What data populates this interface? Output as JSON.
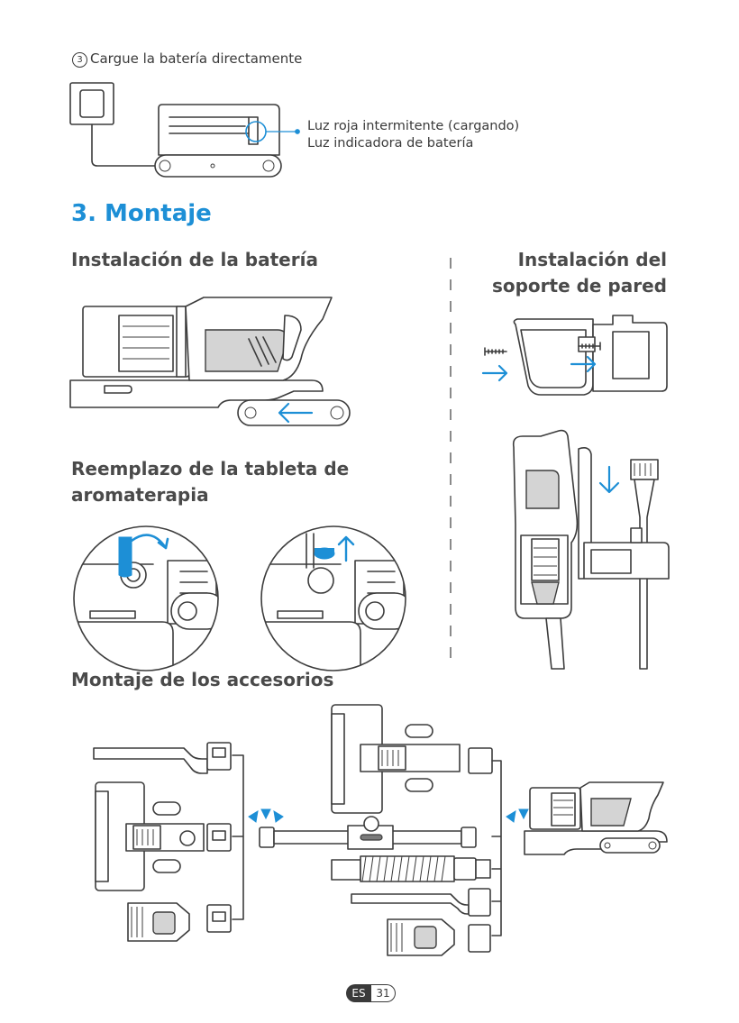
{
  "charge_step": {
    "number": "3",
    "text": "Cargue la batería directamente",
    "indicator_labels": [
      "Luz roja intermitente (cargando)",
      "Luz indicadora de batería"
    ]
  },
  "section": {
    "title": "3. Montaje"
  },
  "subsections": {
    "battery_install": "Instalación de la batería",
    "wall_mount": [
      "Instalación del",
      "soporte de pared"
    ],
    "aroma_replace": [
      "Reemplazo de la tableta de",
      "aromaterapia"
    ],
    "accessories": "Montaje de los accesorios"
  },
  "footer": {
    "language": "ES",
    "page": "31"
  },
  "colors": {
    "accent": "#1d8fd6",
    "text": "#3a3a3a",
    "line": "#3c3c3c"
  },
  "icons": [
    "numbered-circle-icon",
    "arrow-left-icon",
    "arrow-right-icon",
    "arrow-up-icon",
    "arrow-down-icon",
    "curved-arrow-icon",
    "click-connect-icon"
  ]
}
